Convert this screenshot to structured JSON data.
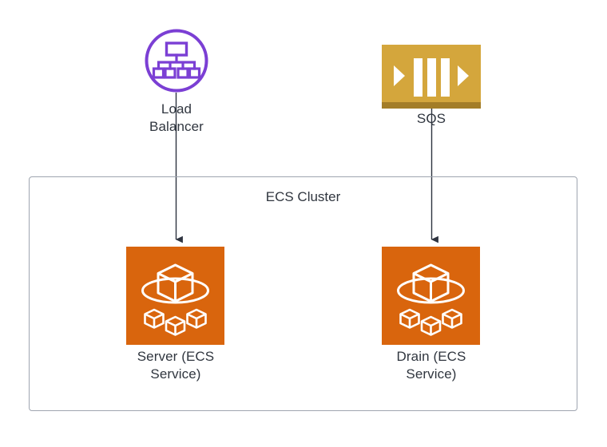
{
  "diagram": {
    "title": "AWS ECS architecture diagram",
    "background": "#ffffff",
    "text_color": "#30363F",
    "connector_color": "#2E3440"
  },
  "nodes": {
    "load_balancer": {
      "label": "Load\nBalancer",
      "icon": "load-balancer-icon",
      "accent_color": "#7B3FD4",
      "shape": "circle-outline"
    },
    "sqs": {
      "label": "SQS",
      "icon": "sqs-queue-icon",
      "accent_color": "#D4A63C",
      "accent_shadow": "#A37D28",
      "shape": "square-filled"
    },
    "server_service": {
      "label": "Server (ECS\nService)",
      "icon": "ecs-service-icon",
      "accent_color": "#D9650D",
      "shape": "square-filled"
    },
    "drain_service": {
      "label": "Drain (ECS\nService)",
      "icon": "ecs-service-icon",
      "accent_color": "#D9650D",
      "shape": "square-filled"
    }
  },
  "groups": {
    "ecs_cluster": {
      "label": "ECS Cluster",
      "border_color": "#9FA5B0"
    }
  },
  "connectors": [
    {
      "name": "load-balancer-to-server",
      "from": "load_balancer",
      "to": "server_service",
      "arrow": "down"
    },
    {
      "name": "sqs-to-drain",
      "from": "sqs",
      "to": "drain_service",
      "arrow": "down"
    }
  ]
}
